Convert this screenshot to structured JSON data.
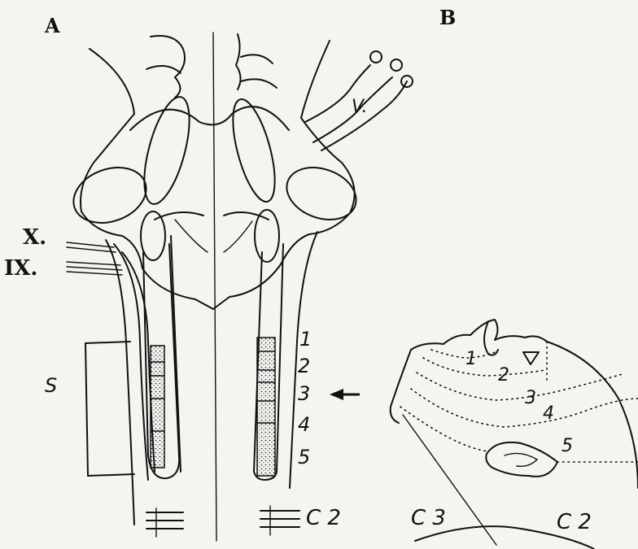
{
  "panel_a": {
    "label": "A",
    "nerve_labels": {
      "trigeminal": "V.",
      "vagus": "X.",
      "glossopharyngeal": "IX."
    },
    "s_label": "S",
    "segment_numbers": [
      "1",
      "2",
      "3",
      "4",
      "5"
    ],
    "cervical_label": "C 2"
  },
  "panel_b": {
    "label": "B",
    "zone_numbers": [
      "1",
      "2",
      "3",
      "4",
      "5"
    ],
    "c2_label": "C 2",
    "c3_label": "C 3"
  },
  "colors": {
    "ink": "#111111",
    "paper": "#f4f4f1"
  }
}
